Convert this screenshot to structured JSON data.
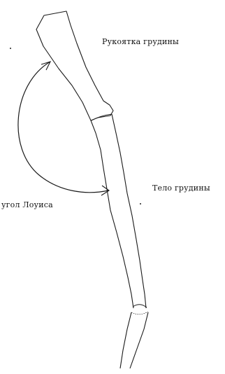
{
  "labels": {
    "manubrium": "Рукоятка грудины",
    "sternum_body": "Тело грудины",
    "sternal_angle": "угол Лоуиса"
  },
  "colors": {
    "stroke": "#1a1a1a",
    "text": "#111111",
    "background": "#ffffff"
  }
}
